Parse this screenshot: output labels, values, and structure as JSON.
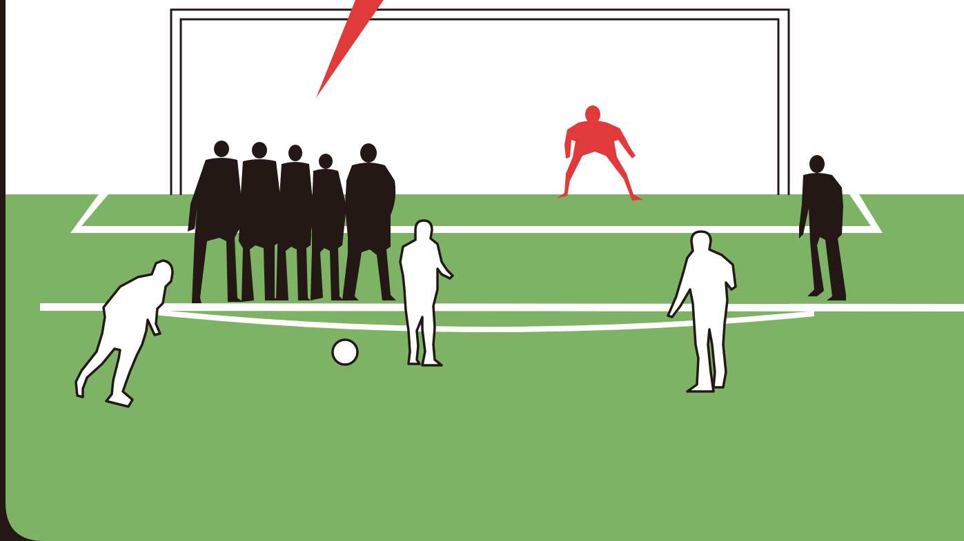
{
  "illustration": {
    "subject": "free-kick",
    "colors": {
      "pitch": "#7EB264",
      "sky": "#FFFFFF",
      "frame": "#231815",
      "lines": "#FFFFFF",
      "defender": "#231815",
      "attacker_fill": "#FFFFFF",
      "attacker_outline": "#231815",
      "goalkeeper": "#E03A3A",
      "shot_trail": "#E03A3A",
      "ball": "#FFFFFF"
    },
    "defensive_wall_count": 5,
    "attackers_count": 3,
    "goalkeeper_count": 1
  }
}
